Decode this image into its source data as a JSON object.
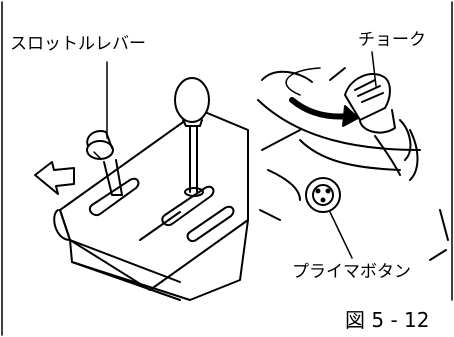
{
  "labels": {
    "throttle_lever": "スロットルレバー",
    "choke": "チョーク",
    "primer_button": "プライマボタン"
  },
  "figure_number": "図 5 - 12"
}
